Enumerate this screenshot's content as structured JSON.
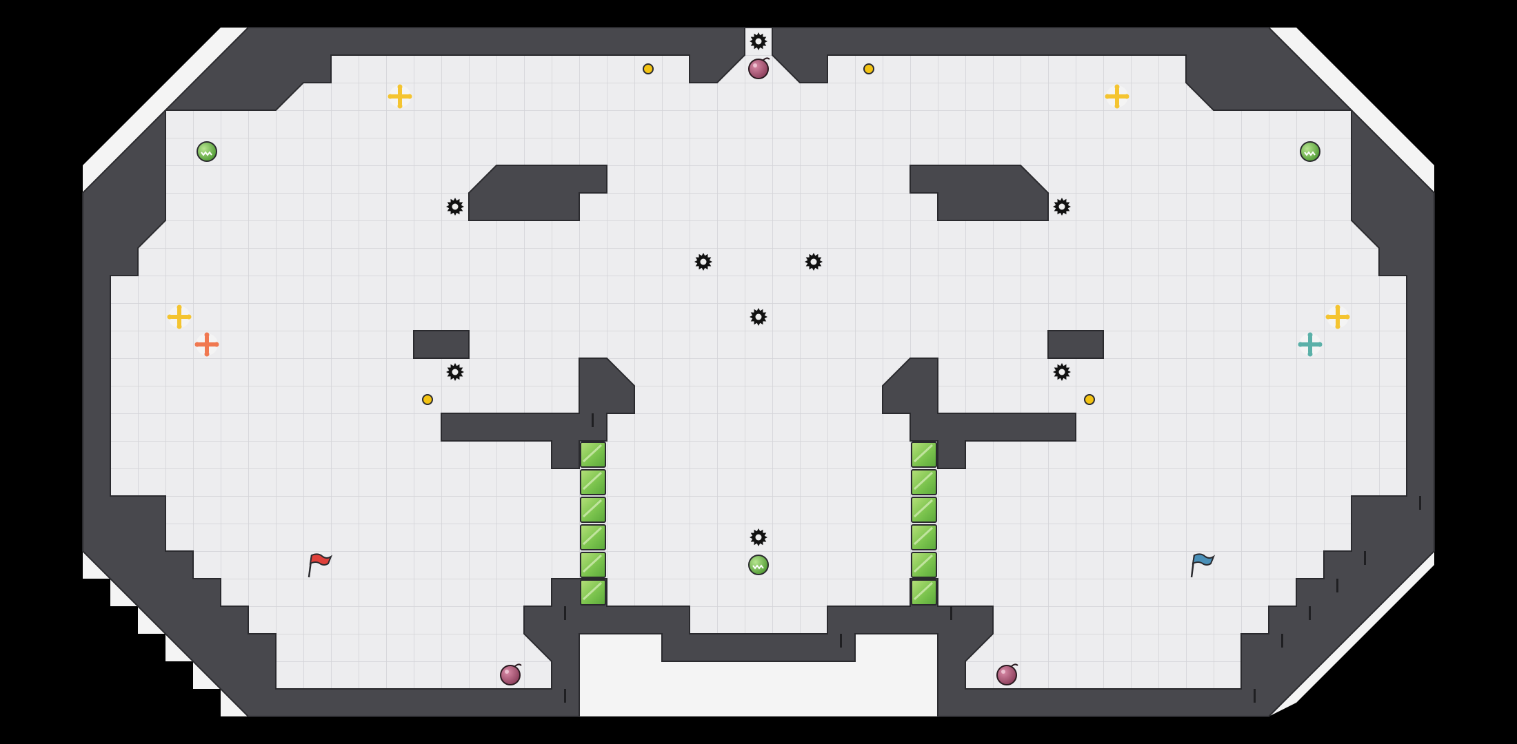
{
  "colors": {
    "background": "#000000",
    "floor": "#ededef",
    "floor_grid": "#d6d6da",
    "wall": "#48484d",
    "wall_edge": "#2a2a2e",
    "wall_crack": "#1f1f22",
    "light_border": "#f4f4f4",
    "green_block": "#7cc44e",
    "green_block_light": "#c9e69a",
    "red_team": "#e0413b",
    "blue_team": "#4a90b8",
    "coin": "#f3c313",
    "bumper_yellow": "#f4c430",
    "bumper_orange": "#f07850",
    "bumper_teal": "#5ab0a8",
    "bomb": "#b5607a",
    "spiky_ball": "#7dc25a"
  },
  "entities": [
    {
      "kind": "red-flag",
      "icon": "flag-icon",
      "team": "red"
    },
    {
      "kind": "blue-flag",
      "icon": "flag-icon",
      "team": "blue"
    },
    {
      "kind": "spike-mine",
      "icon": "spike-mine-icon"
    },
    {
      "kind": "bomb",
      "icon": "bomb-icon"
    },
    {
      "kind": "spiky-ball",
      "icon": "spiky-ball-icon"
    },
    {
      "kind": "coin",
      "icon": "coin-icon"
    },
    {
      "kind": "bumper",
      "icon": "bumper-cross-icon"
    },
    {
      "kind": "green-block",
      "icon": "breakable-block-icon"
    }
  ]
}
